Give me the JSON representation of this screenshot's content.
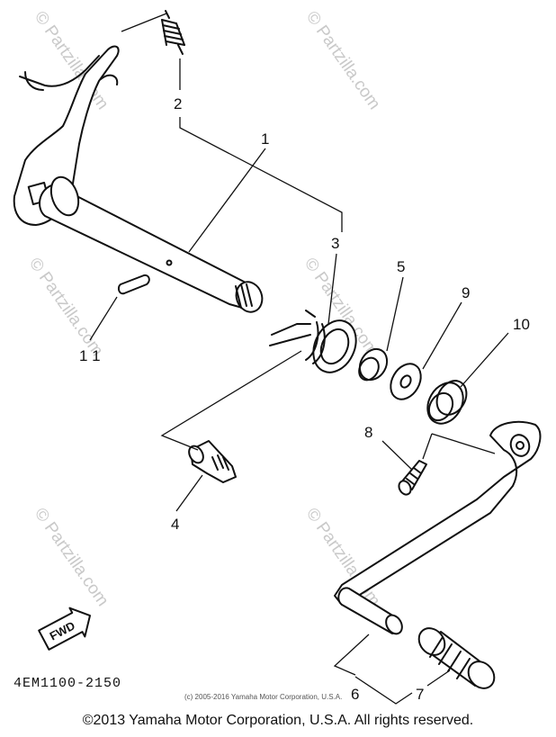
{
  "watermark_text": "© Partzilla.com",
  "callouts": [
    "1",
    "2",
    "3",
    "4",
    "5",
    "6",
    "7",
    "8",
    "9",
    "10",
    "1 1"
  ],
  "fwd_label": "FWD",
  "diagram_code": "4EM1100-2150",
  "small_copyright": "(c) 2005-2016 Yamaha Motor Corporation, U.S.A.",
  "copyright": "©2013 Yamaha Motor Corporation, U.S.A. All rights reserved."
}
